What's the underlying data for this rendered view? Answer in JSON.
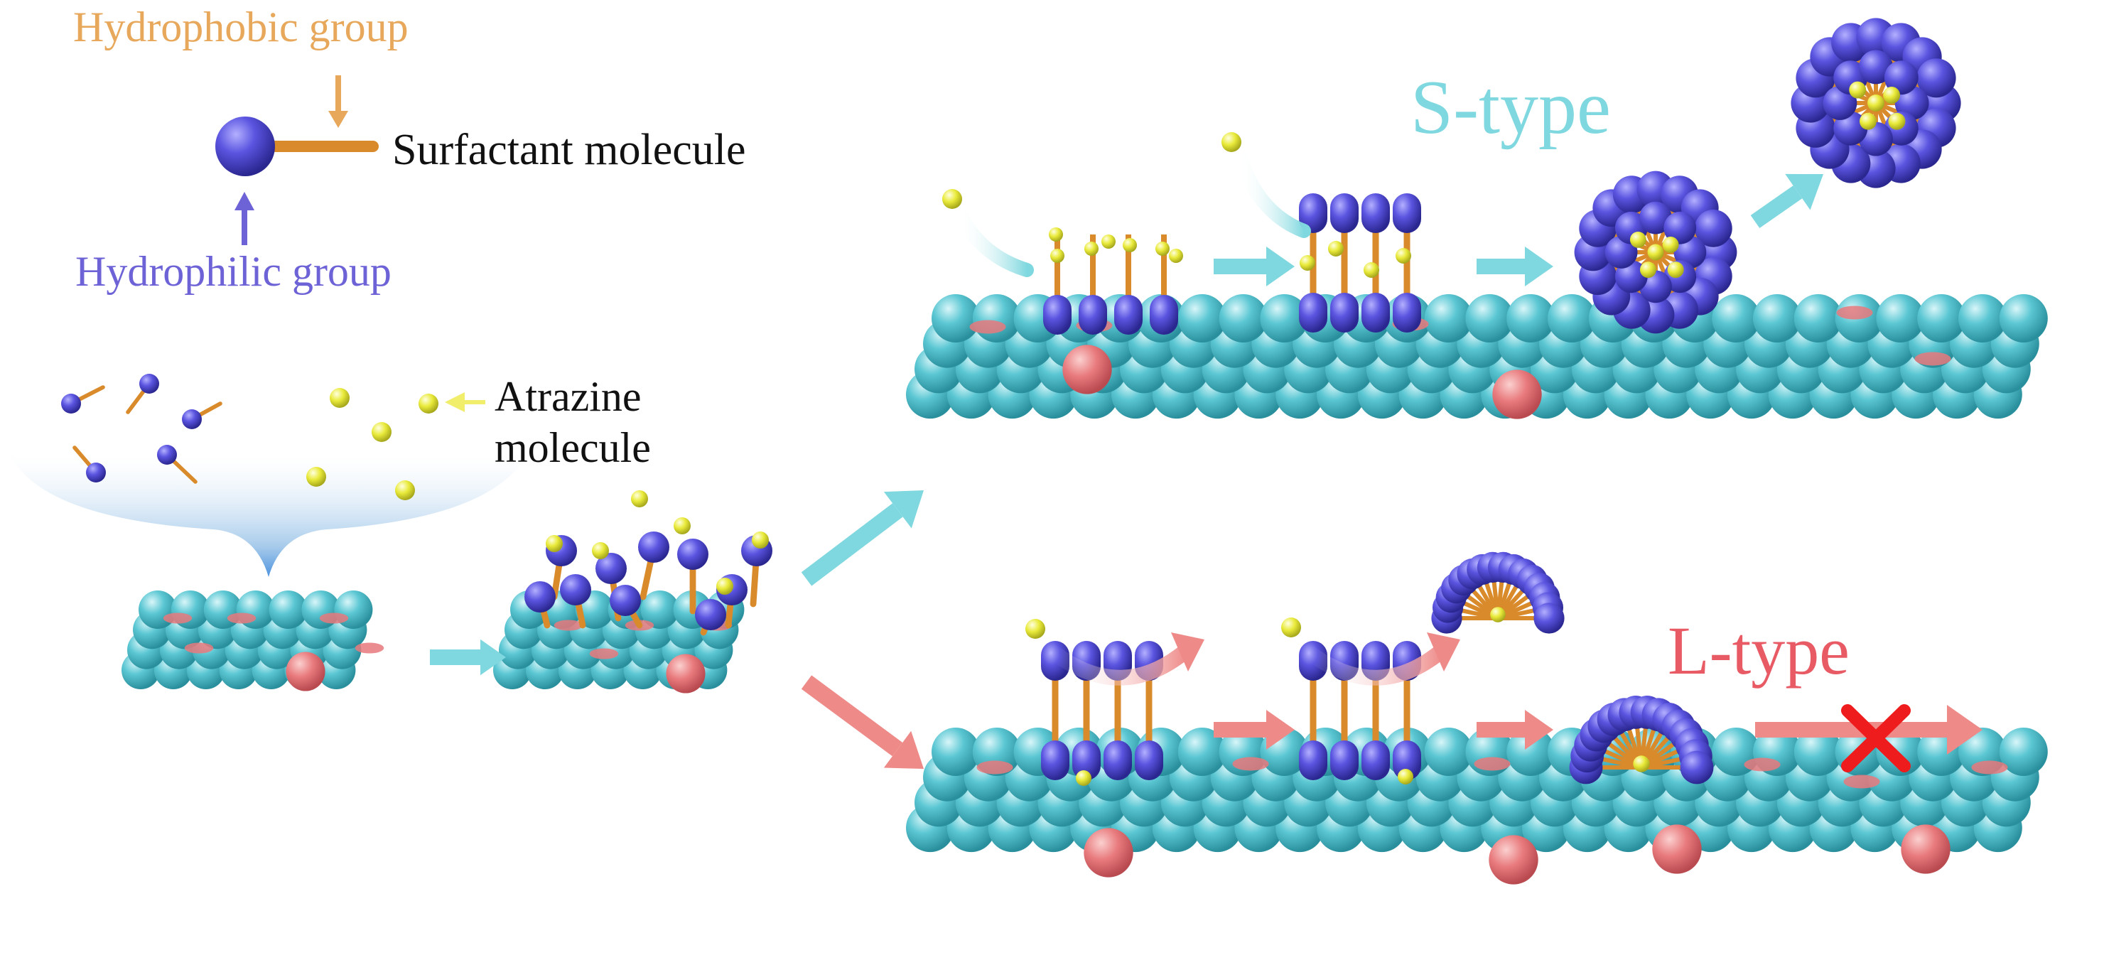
{
  "labels": {
    "hydrophobic_group": "Hydrophobic group",
    "surfactant_molecule": "Surfactant molecule",
    "hydrophilic_group": "Hydrophilic group",
    "atrazine_line1": "Atrazine",
    "atrazine_line2": "molecule",
    "s_type": "S-type",
    "l_type": "L-type"
  },
  "colors": {
    "substrate": "#5bc7d3",
    "substrate_dark": "#2f9fae",
    "defect_site": "#e8797c",
    "hydrophilic_head": "#5650d8",
    "hydrophobic_tail": "#d98a2b",
    "atrazine": "#e9ea3a",
    "s_type_arrow": "#7fd8df",
    "l_type_arrow": "#ee8a88",
    "blocked_cross": "#ee1c1c",
    "hydrophobic_text": "#e8a85c",
    "hydrophilic_text": "#6d62d6"
  },
  "icons": {
    "blocked": "red-cross-icon",
    "transition": "arrow-right-icon"
  }
}
